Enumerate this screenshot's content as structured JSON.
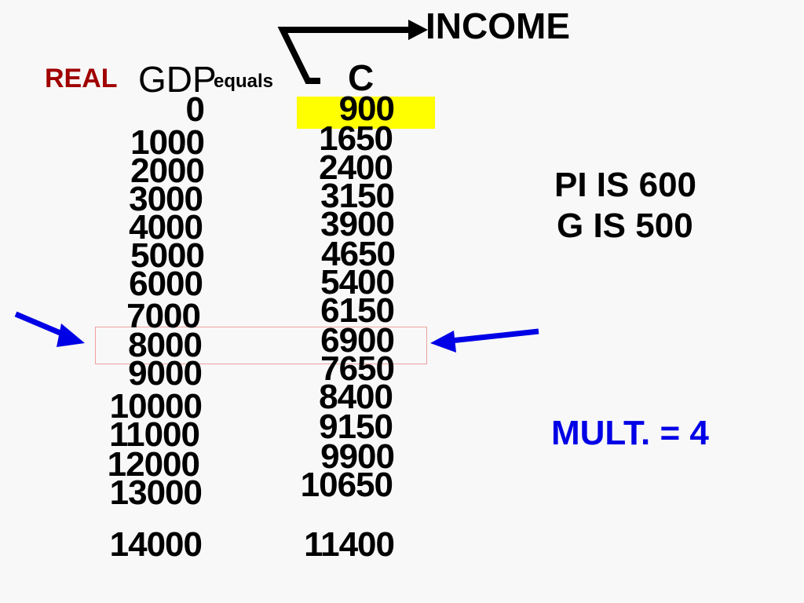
{
  "header": {
    "income": "INCOME",
    "real": "REAL",
    "gdp": "GDP",
    "equals": "equals",
    "c": "C"
  },
  "colors": {
    "real": "#a00000",
    "arrow": "#0000e6",
    "highlight": "#ffff00",
    "row_box": "#f0a0a0",
    "mult": "#0000e6"
  },
  "table": {
    "gdp": [
      "0",
      "1000",
      "2000",
      "3000",
      "4000",
      "5000",
      "6000",
      "7000",
      "8000",
      "9000",
      "10000",
      "11000",
      "12000",
      "13000",
      "14000"
    ],
    "c": [
      "900",
      "1650",
      "2400",
      "3150",
      "3900",
      "4650",
      "5400",
      "6150",
      "6900",
      "7650",
      "8400",
      "9150",
      "9900",
      "10650",
      "11400"
    ],
    "highlighted_row": 0,
    "boxed_row": 8
  },
  "notes": {
    "pi": "PI IS 600",
    "g": "G IS 500",
    "mult": "MULT. = 4"
  },
  "icons": [
    "bent-arrow-icon",
    "left-pointing-arrow-icon",
    "right-pointing-arrow-icon"
  ]
}
